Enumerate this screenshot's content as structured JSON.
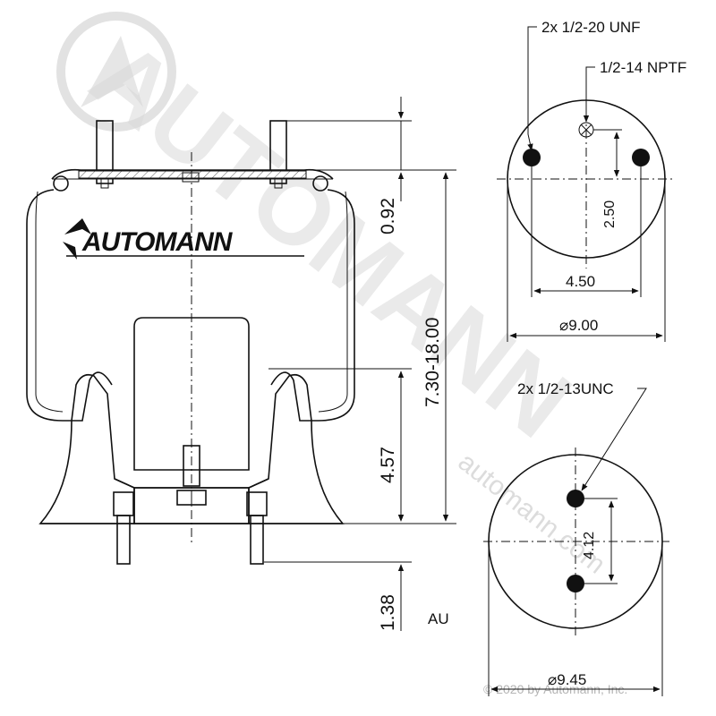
{
  "watermark": {
    "brand_text": "AUTOMANN",
    "url_text": "automann.com",
    "copyright": "© 2020 by Automann, Inc."
  },
  "logo": {
    "text": "AUTOMANN"
  },
  "side_view": {
    "dimensions": {
      "top_stud": "0.92",
      "height_range": "7.30-18.00",
      "piston_height": "4.57",
      "bottom_stud": "1.38"
    },
    "code": "AU"
  },
  "top_plate_view": {
    "studs_label": "2x 1/2-20 UNF",
    "air_fitting_label": "1/2-14 NPTF",
    "offset_dim": "2.50",
    "stud_spacing": "4.50",
    "diameter": "⌀9.00"
  },
  "bottom_plate_view": {
    "studs_label": "2x 1/2-13UNC",
    "stud_spacing": "4.12",
    "diameter": "⌀9.45"
  }
}
